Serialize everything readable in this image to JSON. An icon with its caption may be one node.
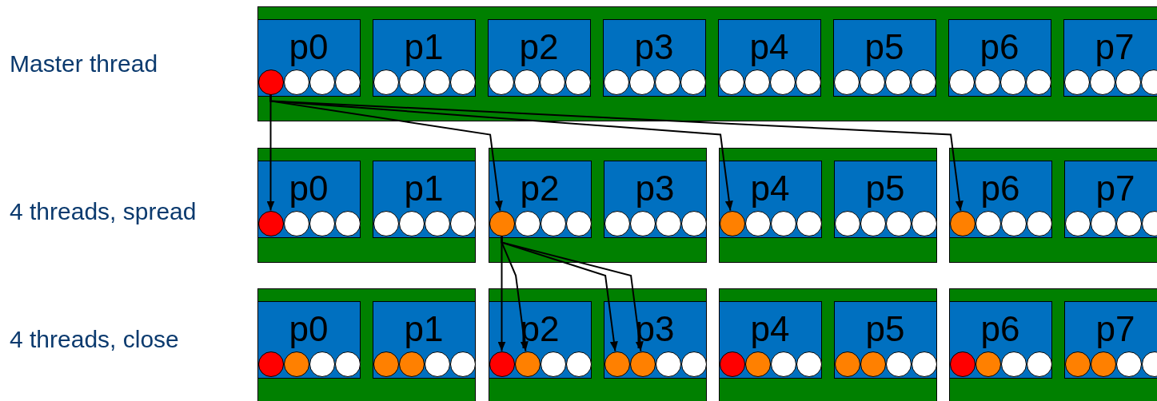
{
  "diagram": {
    "nodes": [
      {
        "text": [],
        "shape": "box"
      },
      {
        "text": [
          "p0"
        ],
        "in": 0
      },
      {
        "text": [],
        "shape": "circle",
        "in": 1
      },
      {
        "text": [],
        "shape": "circle",
        "in": 1
      },
      {
        "text": [],
        "shape": "circle",
        "in": 1
      },
      {
        "text": [],
        "shape": "circle",
        "in": 1
      },
      {
        "text": [
          "p1"
        ],
        "in": 0
      },
      {
        "text": [],
        "shape": "circle",
        "in": 6
      },
      {
        "text": [],
        "shape": "circle",
        "in": 6
      },
      {
        "text": [],
        "shape": "circle",
        "in": 6
      },
      {
        "text": [],
        "shape": "circle",
        "in": 6
      },
      {
        "text": [
          "p2"
        ],
        "in": 0
      },
      {
        "text": [],
        "shape": "circle",
        "in": 11
      },
      {
        "text": [],
        "shape": "circle",
        "in": 11
      },
      {
        "text": [],
        "shape": "circle",
        "in": 11
      },
      {
        "text": [],
        "shape": "circle",
        "in": 11
      },
      {
        "text": [
          "p3"
        ],
        "in": 0
      },
      {
        "text": [],
        "shape": "circle",
        "in": 16
      },
      {
        "text": [],
        "shape": "circle",
        "in": 16
      },
      {
        "text": [],
        "shape": "circle",
        "in": 16
      },
      {
        "text": [],
        "shape": "circle",
        "in": 16
      },
      {
        "text": [
          "p4"
        ],
        "in": 0
      },
      {
        "text": [],
        "shape": "circle",
        "in": 21
      },
      {
        "text": [],
        "shape": "circle",
        "in": 21
      },
      {
        "text": [],
        "shape": "circle",
        "in": 21
      },
      {
        "text": [],
        "shape": "circle",
        "in": 21
      },
      {
        "text": [
          "p5"
        ],
        "in": 0
      },
      {
        "text": [],
        "shape": "circle",
        "in": 26
      },
      {
        "text": [],
        "shape": "circle",
        "in": 26
      },
      {
        "text": [],
        "shape": "circle",
        "in": 26
      },
      {
        "text": [],
        "shape": "circle",
        "in": 26
      },
      {
        "text": [
          "p6"
        ],
        "in": 0
      },
      {
        "text": [],
        "shape": "circle",
        "in": 31
      },
      {
        "text": [],
        "shape": "circle",
        "in": 31
      },
      {
        "text": [],
        "shape": "circle",
        "in": 31
      },
      {
        "text": [],
        "shape": "circle",
        "in": 31
      },
      {
        "text": [
          "p7"
        ],
        "in": 0
      },
      {
        "text": [],
        "shape": "circle",
        "in": 36
      },
      {
        "text": [],
        "shape": "circle",
        "in": 36
      },
      {
        "text": [],
        "shape": "circle",
        "in": 36
      },
      {
        "text": [],
        "shape": "circle",
        "in": 36
      },
      {
        "text": [],
        "shape": "box"
      },
      {
        "text": [
          "p0"
        ],
        "in": 41
      },
      {
        "text": [],
        "shape": "circle",
        "in": 42
      },
      {
        "text": [],
        "shape": "circle",
        "in": 42
      },
      {
        "text": [],
        "shape": "circle",
        "in": 42
      },
      {
        "text": [],
        "shape": "circle",
        "in": 42
      },
      {
        "text": [
          "p1"
        ],
        "in": 41
      },
      {
        "text": [],
        "shape": "circle",
        "in": 47
      },
      {
        "text": [],
        "shape": "circle",
        "in": 47
      },
      {
        "text": [],
        "shape": "circle",
        "in": 47
      },
      {
        "text": [],
        "shape": "circle",
        "in": 47
      },
      {
        "text": [],
        "shape": "box"
      },
      {
        "text": [
          "p2"
        ],
        "in": 52
      },
      {
        "text": [],
        "shape": "circle",
        "in": 53
      },
      {
        "text": [],
        "shape": "circle",
        "in": 53
      },
      {
        "text": [],
        "shape": "circle",
        "in": 53
      },
      {
        "text": [],
        "shape": "circle",
        "in": 53
      },
      {
        "text": [
          "p3"
        ],
        "in": 52
      },
      {
        "text": [],
        "shape": "circle",
        "in": 58
      },
      {
        "text": [],
        "shape": "circle",
        "in": 58
      },
      {
        "text": [],
        "shape": "circle",
        "in": 58
      },
      {
        "text": [],
        "shape": "circle",
        "in": 58
      },
      {
        "text": [],
        "shape": "box"
      },
      {
        "text": [
          "p4"
        ],
        "in": 63
      },
      {
        "text": [],
        "shape": "circle",
        "in": 64
      },
      {
        "text": [],
        "shape": "circle",
        "in": 64
      },
      {
        "text": [],
        "shape": "circle",
        "in": 64
      },
      {
        "text": [],
        "shape": "circle",
        "in": 64
      },
      {
        "text": [
          "p5"
        ],
        "in": 63
      },
      {
        "text": [],
        "shape": "circle",
        "in": 69
      },
      {
        "text": [],
        "shape": "circle",
        "in": 69
      },
      {
        "text": [],
        "shape": "circle",
        "in": 69
      },
      {
        "text": [],
        "shape": "circle",
        "in": 69
      },
      {
        "text": [],
        "shape": "box"
      },
      {
        "text": [
          "p6"
        ],
        "in": 74
      },
      {
        "text": [],
        "shape": "circle",
        "in": 75
      },
      {
        "text": [],
        "shape": "circle",
        "in": 75
      },
      {
        "text": [],
        "shape": "circle",
        "in": 75
      },
      {
        "text": [],
        "shape": "circle",
        "in": 75
      },
      {
        "text": [
          "p7"
        ],
        "in": 74
      },
      {
        "text": [],
        "shape": "circle",
        "in": 80
      },
      {
        "text": [],
        "shape": "circle",
        "in": 80
      },
      {
        "text": [],
        "shape": "circle",
        "in": 80
      },
      {
        "text": [],
        "shape": "circle",
        "in": 80
      },
      {
        "text": [],
        "shape": "box"
      },
      {
        "text": [
          "p0"
        ],
        "in": 85
      },
      {
        "text": [],
        "shape": "circle",
        "in": 86
      },
      {
        "text": [],
        "shape": "circle",
        "in": 86
      },
      {
        "text": [],
        "shape": "circle",
        "in": 86
      },
      {
        "text": [],
        "shape": "circle",
        "in": 86
      },
      {
        "text": [
          "p1"
        ],
        "in": 85
      },
      {
        "text": [],
        "shape": "circle",
        "in": 91
      },
      {
        "text": [],
        "shape": "circle",
        "in": 91
      },
      {
        "text": [],
        "shape": "circle",
        "in": 91
      },
      {
        "text": [],
        "shape": "circle",
        "in": 91
      },
      {
        "text": [],
        "shape": "box"
      },
      {
        "text": [
          "p2"
        ],
        "in": 96
      },
      {
        "text": [],
        "shape": "circle",
        "in": 97
      },
      {
        "text": [],
        "shape": "circle",
        "in": 97
      },
      {
        "text": [],
        "shape": "circle",
        "in": 97
      },
      {
        "text": [],
        "shape": "circle",
        "in": 97
      },
      {
        "text": [
          "p3"
        ],
        "in": 96
      },
      {
        "text": [],
        "shape": "circle",
        "in": 102
      },
      {
        "text": [],
        "shape": "circle",
        "in": 102
      },
      {
        "text": [],
        "shape": "circle",
        "in": 102
      },
      {
        "text": [],
        "shape": "circle",
        "in": 102
      },
      {
        "text": [],
        "shape": "box"
      },
      {
        "text": [
          "p4"
        ],
        "in": 107
      },
      {
        "text": [],
        "shape": "circle",
        "in": 108
      },
      {
        "text": [],
        "shape": "circle",
        "in": 108
      },
      {
        "text": [],
        "shape": "circle",
        "in": 108
      },
      {
        "text": [],
        "shape": "circle",
        "in": 108
      },
      {
        "text": [
          "p5"
        ],
        "in": 107
      },
      {
        "text": [],
        "shape": "circle",
        "in": 113
      },
      {
        "text": [],
        "shape": "circle",
        "in": 113
      },
      {
        "text": [],
        "shape": "circle",
        "in": 113
      },
      {
        "text": [],
        "shape": "circle",
        "in": 113
      },
      {
        "text": [],
        "shape": "box"
      },
      {
        "text": [
          "p6"
        ],
        "in": 118
      },
      {
        "text": [],
        "shape": "circle",
        "in": 119
      },
      {
        "text": [],
        "shape": "circle",
        "in": 119
      },
      {
        "text": [],
        "shape": "circle",
        "in": 119
      },
      {
        "text": [],
        "shape": "circle",
        "in": 119
      },
      {
        "text": [
          "p7"
        ],
        "in": 118
      },
      {
        "text": [],
        "shape": "circle",
        "in": 124
      },
      {
        "text": [],
        "shape": "circle",
        "in": 124
      },
      {
        "text": [],
        "shape": "circle",
        "in": 124
      },
      {
        "text": [],
        "shape": "circle",
        "in": 124
      }
    ],
    "edges": [
      {
        "from": 2,
        "to": 43,
        "arrow": "to"
      },
      {
        "from": 2,
        "to": 54,
        "arrow": "to"
      },
      {
        "from": 2,
        "to": 65,
        "arrow": "to"
      },
      {
        "from": 2,
        "to": 76,
        "arrow": "to"
      },
      {
        "from": 54,
        "to": 98,
        "arrow": "to"
      },
      {
        "from": 54,
        "to": 99,
        "arrow": "to"
      },
      {
        "from": 54,
        "to": 103,
        "arrow": "to"
      },
      {
        "from": 54,
        "to": 104,
        "arrow": "to"
      }
    ],
    "labels": [
      "Master thread",
      "4 threads, spread",
      "4 threads, close"
    ]
  }
}
